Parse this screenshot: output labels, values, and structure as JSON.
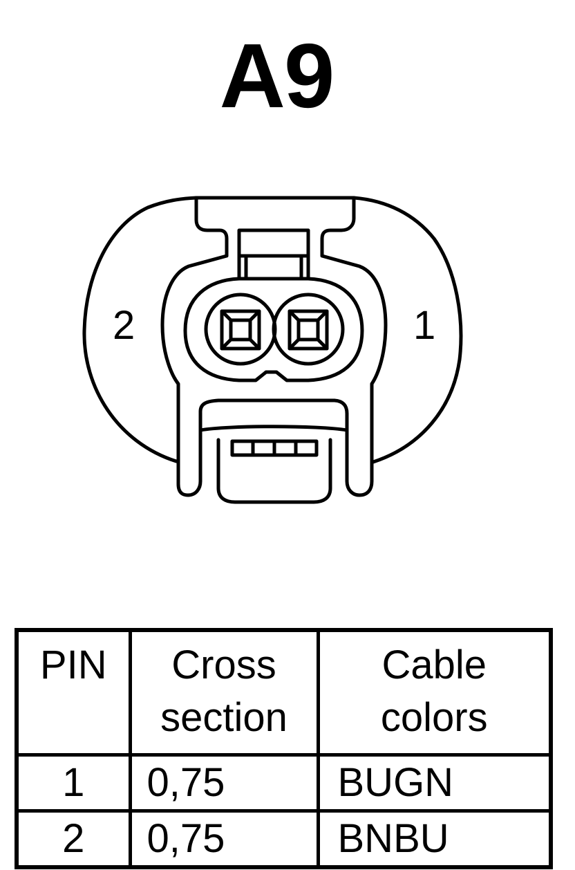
{
  "connector": {
    "name": "A9",
    "pin_labels": {
      "left": "2",
      "right": "1"
    }
  },
  "table": {
    "headers": {
      "pin": "PIN",
      "cross_section": [
        "Cross",
        "section"
      ],
      "cable_colors": [
        "Cable",
        "colors"
      ]
    },
    "rows": [
      {
        "pin": "1",
        "cross_section": "0,75",
        "cable_color": "BUGN"
      },
      {
        "pin": "2",
        "cross_section": "0,75",
        "cable_color": "BNBU"
      }
    ]
  }
}
